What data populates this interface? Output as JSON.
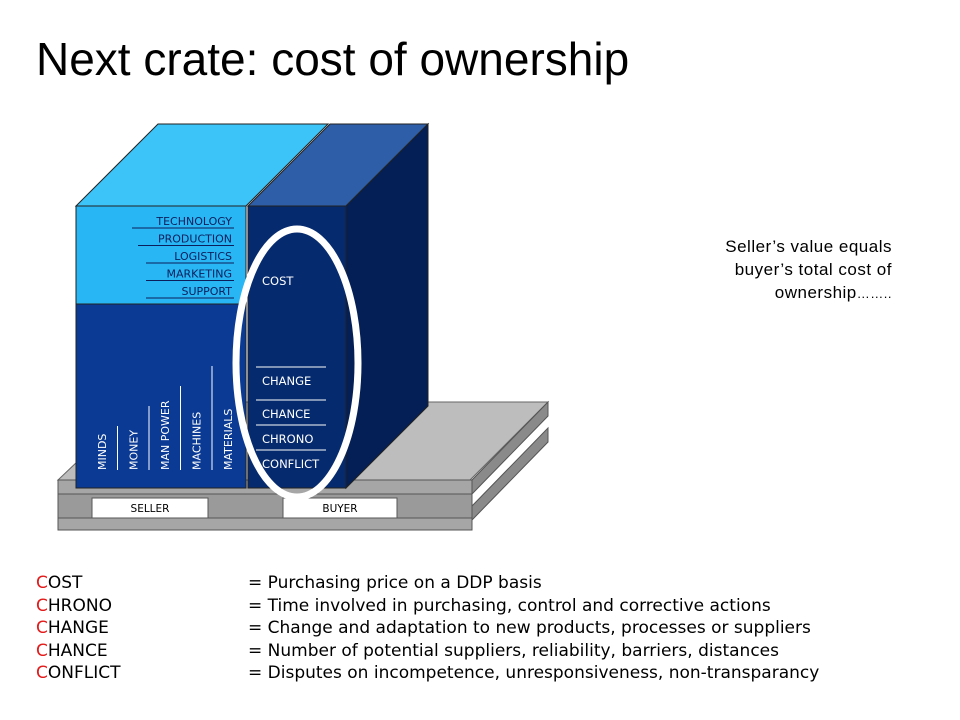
{
  "title": "Next crate: cost of ownership",
  "quote": {
    "lines": [
      "Seller’s value equals",
      "buyer’s total cost of",
      "ownership"
    ],
    "trailing_dots": "…….."
  },
  "crate": {
    "seller_top_items": [
      "TECHNOLOGY",
      "PRODUCTION",
      "LOGISTICS",
      "MARKETING",
      "SUPPORT"
    ],
    "seller_bottom_items": [
      "MINDS",
      "MONEY",
      "MAN POWER",
      "MACHINES",
      "MATERIALS"
    ],
    "buyer_items": [
      "COST",
      "CHANGE",
      "CHANCE",
      "CHRONO",
      "CONFLICT"
    ],
    "seller_label": "SELLER",
    "buyer_label": "BUYER"
  },
  "definitions": [
    {
      "initial": "C",
      "rest": "OST",
      "text": "= Purchasing price on a DDP basis"
    },
    {
      "initial": "C",
      "rest": "HRONO",
      "text": "= Time involved in purchasing, control and  corrective actions"
    },
    {
      "initial": "C",
      "rest": "HANGE",
      "text": "= Change and adaptation to new products, processes or suppliers"
    },
    {
      "initial": "C",
      "rest": "HANCE",
      "text": "= Number of potential suppliers, reliability, barriers, distances"
    },
    {
      "initial": "C",
      "rest": "ONFLICT",
      "text": "= Disputes on incompetence, unresponsiveness, non-transparancy"
    }
  ],
  "colors": {
    "accent_red": "#e21b1b",
    "crate_light": "#29b6f4",
    "crate_light_top": "#3cc3f7",
    "crate_mid": "#0b3a94",
    "crate_dark": "#062a6e",
    "crate_darkest": "#031f55",
    "pallet_gray": "#a6a6a6",
    "highlight_ring": "#ffffff"
  }
}
